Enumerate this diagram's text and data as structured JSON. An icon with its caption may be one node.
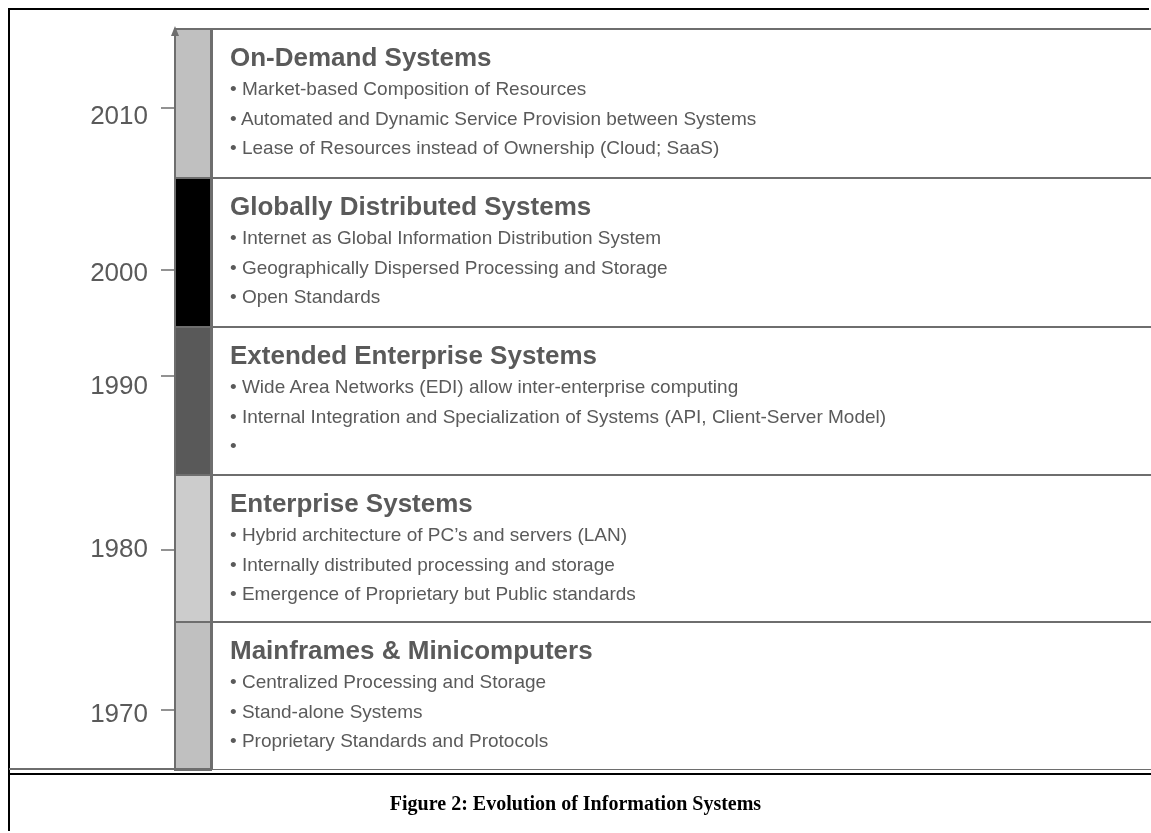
{
  "diagram": {
    "caption": "Figure 2: Evolution of Information Systems",
    "nodes": [
      {
        "text": [
          "On-Demand Systems",
          "• Market-based Composition of Resources",
          "• Automated and Dynamic Service Provision between Systems",
          "• Lease of Resources instead of Ownership (Cloud; SaaS)"
        ]
      },
      {
        "text": [
          "Globally Distributed Systems",
          "• Internet as Global Information Distribution System",
          "• Geographically Dispersed Processing and Storage",
          "• Open Standards"
        ]
      },
      {
        "text": [
          "Extended Enterprise Systems",
          "• Wide Area Networks (EDI) allow inter-enterprise computing",
          "• Internal Integration and Specialization of Systems (API, Client-Server Model)",
          "•"
        ]
      },
      {
        "text": [
          "Enterprise Systems",
          "• Hybrid architecture of PC’s and servers (LAN)",
          "• Internally distributed processing and storage",
          "• Emergence of Proprietary but Public standards"
        ]
      },
      {
        "text": [
          "Mainframes & Minicomputers",
          "• Centralized Processing and Storage",
          "• Stand-alone Systems",
          "• Proprietary Standards and Protocols"
        ]
      }
    ],
    "edges": [],
    "labels": [
      "2010",
      "2000",
      "1990",
      "1980",
      "1970"
    ]
  }
}
